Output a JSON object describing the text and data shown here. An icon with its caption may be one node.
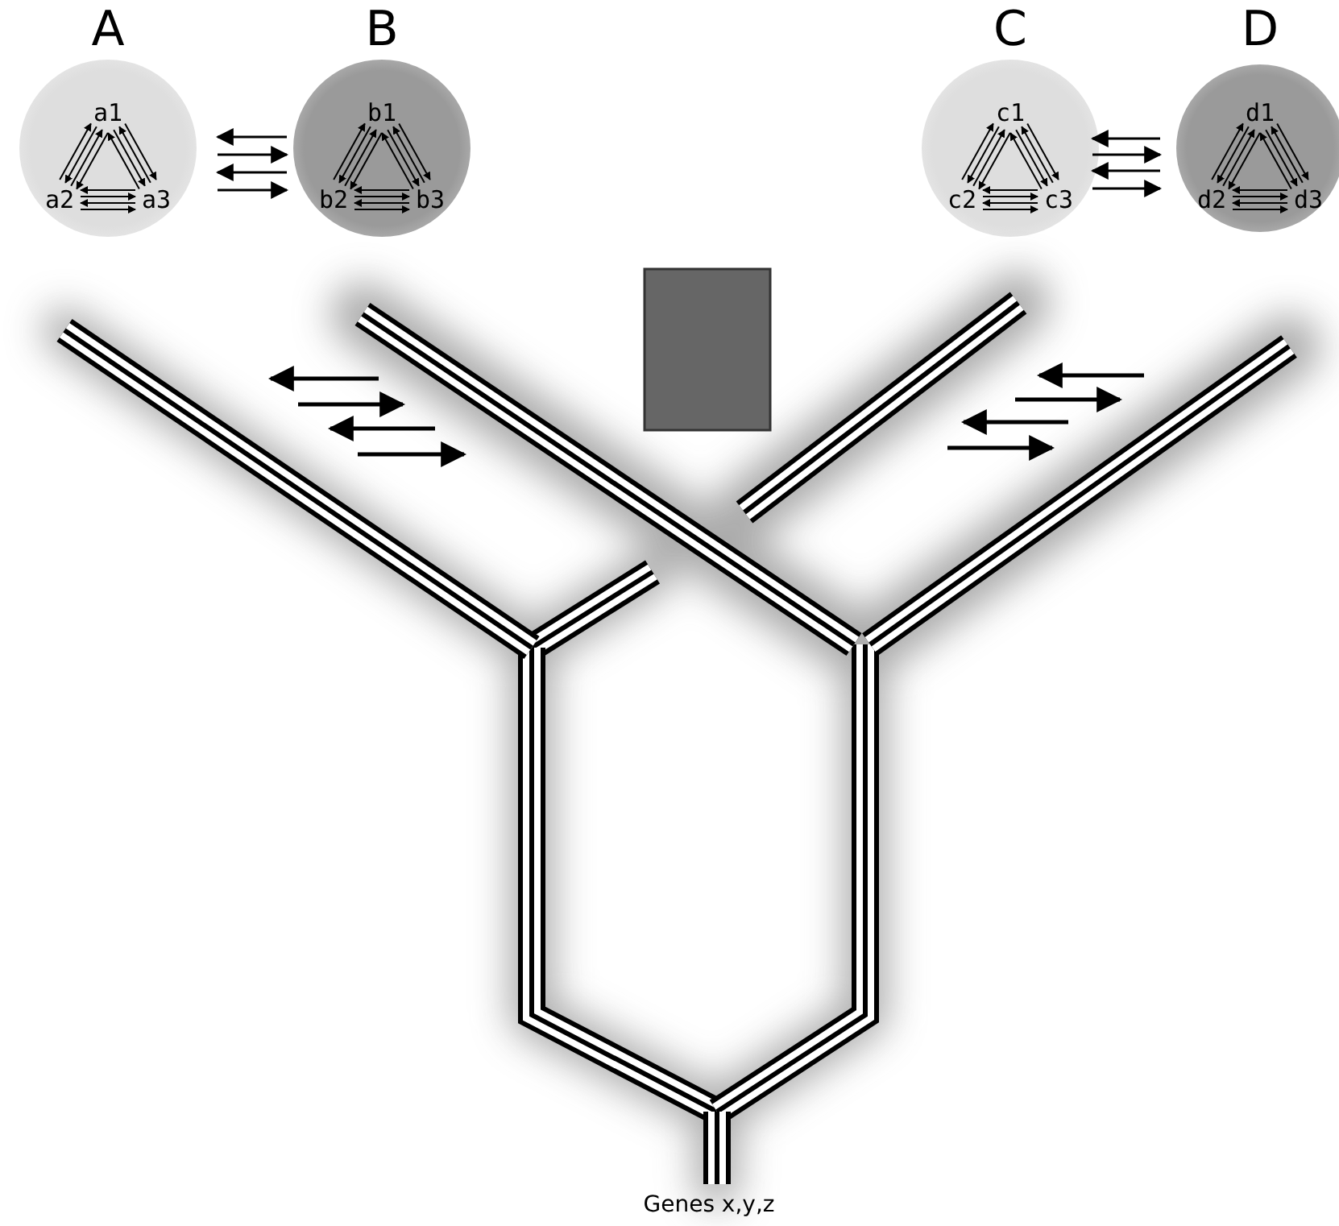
{
  "diagram": {
    "nodes": [
      {
        "text": [
          "A"
        ]
      },
      {
        "text": [
          "a1"
        ],
        "in": 0
      },
      {
        "text": [
          "a2"
        ],
        "in": 0
      },
      {
        "text": [
          "a3"
        ],
        "in": 0
      },
      {
        "text": [
          "B"
        ]
      },
      {
        "text": [
          "b1"
        ],
        "in": 4
      },
      {
        "text": [
          "b2"
        ],
        "in": 4
      },
      {
        "text": [
          "b3"
        ],
        "in": 4
      },
      {
        "text": [
          "C"
        ]
      },
      {
        "text": [
          "c1"
        ],
        "in": 8
      },
      {
        "text": [
          "c2"
        ],
        "in": 8
      },
      {
        "text": [
          "c3"
        ],
        "in": 8
      },
      {
        "text": [
          "D"
        ]
      },
      {
        "text": [
          "d1"
        ],
        "in": 12
      },
      {
        "text": [
          "d2"
        ],
        "in": 12
      },
      {
        "text": [
          "d3"
        ],
        "in": 12
      },
      {
        "text": [],
        "shape": "bar"
      },
      {
        "text": [],
        "shape": "bar"
      },
      {
        "text": [],
        "shape": "bar"
      },
      {
        "text": [],
        "shape": "bar"
      },
      {
        "text": [],
        "shape": "box"
      }
    ],
    "edges": [
      {
        "from": 1,
        "to": 2,
        "arrow": "to"
      },
      {
        "from": 2,
        "to": 1,
        "arrow": "to"
      },
      {
        "from": 1,
        "to": 2,
        "arrow": "to"
      },
      {
        "from": 2,
        "to": 1,
        "arrow": "to"
      },
      {
        "from": 1,
        "to": 3,
        "arrow": "to"
      },
      {
        "from": 3,
        "to": 1,
        "arrow": "to"
      },
      {
        "from": 1,
        "to": 3,
        "arrow": "to"
      },
      {
        "from": 3,
        "to": 1,
        "arrow": "to"
      },
      {
        "from": 3,
        "to": 2,
        "arrow": "to"
      },
      {
        "from": 2,
        "to": 3,
        "arrow": "to"
      },
      {
        "from": 3,
        "to": 2,
        "arrow": "to"
      },
      {
        "from": 2,
        "to": 3,
        "arrow": "to"
      },
      {
        "from": 5,
        "to": 6,
        "arrow": "to"
      },
      {
        "from": 6,
        "to": 5,
        "arrow": "to"
      },
      {
        "from": 5,
        "to": 6,
        "arrow": "to"
      },
      {
        "from": 6,
        "to": 5,
        "arrow": "to"
      },
      {
        "from": 5,
        "to": 7,
        "arrow": "to"
      },
      {
        "from": 7,
        "to": 5,
        "arrow": "to"
      },
      {
        "from": 5,
        "to": 7,
        "arrow": "to"
      },
      {
        "from": 7,
        "to": 5,
        "arrow": "to"
      },
      {
        "from": 7,
        "to": 6,
        "arrow": "to"
      },
      {
        "from": 6,
        "to": 7,
        "arrow": "to"
      },
      {
        "from": 7,
        "to": 6,
        "arrow": "to"
      },
      {
        "from": 6,
        "to": 7,
        "arrow": "to"
      },
      {
        "from": 9,
        "to": 10,
        "arrow": "to"
      },
      {
        "from": 10,
        "to": 9,
        "arrow": "to"
      },
      {
        "from": 9,
        "to": 10,
        "arrow": "to"
      },
      {
        "from": 10,
        "to": 9,
        "arrow": "to"
      },
      {
        "from": 9,
        "to": 11,
        "arrow": "to"
      },
      {
        "from": 11,
        "to": 9,
        "arrow": "to"
      },
      {
        "from": 9,
        "to": 11,
        "arrow": "to"
      },
      {
        "from": 11,
        "to": 9,
        "arrow": "to"
      },
      {
        "from": 11,
        "to": 10,
        "arrow": "to"
      },
      {
        "from": 10,
        "to": 11,
        "arrow": "to"
      },
      {
        "from": 11,
        "to": 10,
        "arrow": "to"
      },
      {
        "from": 10,
        "to": 11,
        "arrow": "to"
      },
      {
        "from": 13,
        "to": 14,
        "arrow": "to"
      },
      {
        "from": 14,
        "to": 13,
        "arrow": "to"
      },
      {
        "from": 13,
        "to": 14,
        "arrow": "to"
      },
      {
        "from": 14,
        "to": 13,
        "arrow": "to"
      },
      {
        "from": 13,
        "to": 15,
        "arrow": "to"
      },
      {
        "from": 15,
        "to": 13,
        "arrow": "to"
      },
      {
        "from": 13,
        "to": 15,
        "arrow": "to"
      },
      {
        "from": 15,
        "to": 13,
        "arrow": "to"
      },
      {
        "from": 15,
        "to": 14,
        "arrow": "to"
      },
      {
        "from": 14,
        "to": 15,
        "arrow": "to"
      },
      {
        "from": 15,
        "to": 14,
        "arrow": "to"
      },
      {
        "from": 14,
        "to": 15,
        "arrow": "to"
      },
      {
        "from": 4,
        "to": 0,
        "arrow": "to"
      },
      {
        "from": 0,
        "to": 4,
        "arrow": "to"
      },
      {
        "from": 4,
        "to": 0,
        "arrow": "to"
      },
      {
        "from": 0,
        "to": 4,
        "arrow": "to"
      },
      {
        "from": 12,
        "to": 8,
        "arrow": "to"
      },
      {
        "from": 8,
        "to": 12,
        "arrow": "to"
      },
      {
        "from": 12,
        "to": 8,
        "arrow": "to"
      },
      {
        "from": 8,
        "to": 12,
        "arrow": "to"
      },
      {
        "from": 17,
        "to": 16,
        "arrow": "to"
      },
      {
        "from": 16,
        "to": 17,
        "arrow": "to"
      },
      {
        "from": 17,
        "to": 16,
        "arrow": "to"
      },
      {
        "from": 16,
        "to": 17,
        "arrow": "to"
      },
      {
        "from": 19,
        "to": 18,
        "arrow": "to"
      },
      {
        "from": 18,
        "to": 19,
        "arrow": "to"
      },
      {
        "from": 19,
        "to": 18,
        "arrow": "to"
      },
      {
        "from": 18,
        "to": 19,
        "arrow": "to"
      }
    ],
    "labels": [
      "Genes x,y,z"
    ]
  }
}
